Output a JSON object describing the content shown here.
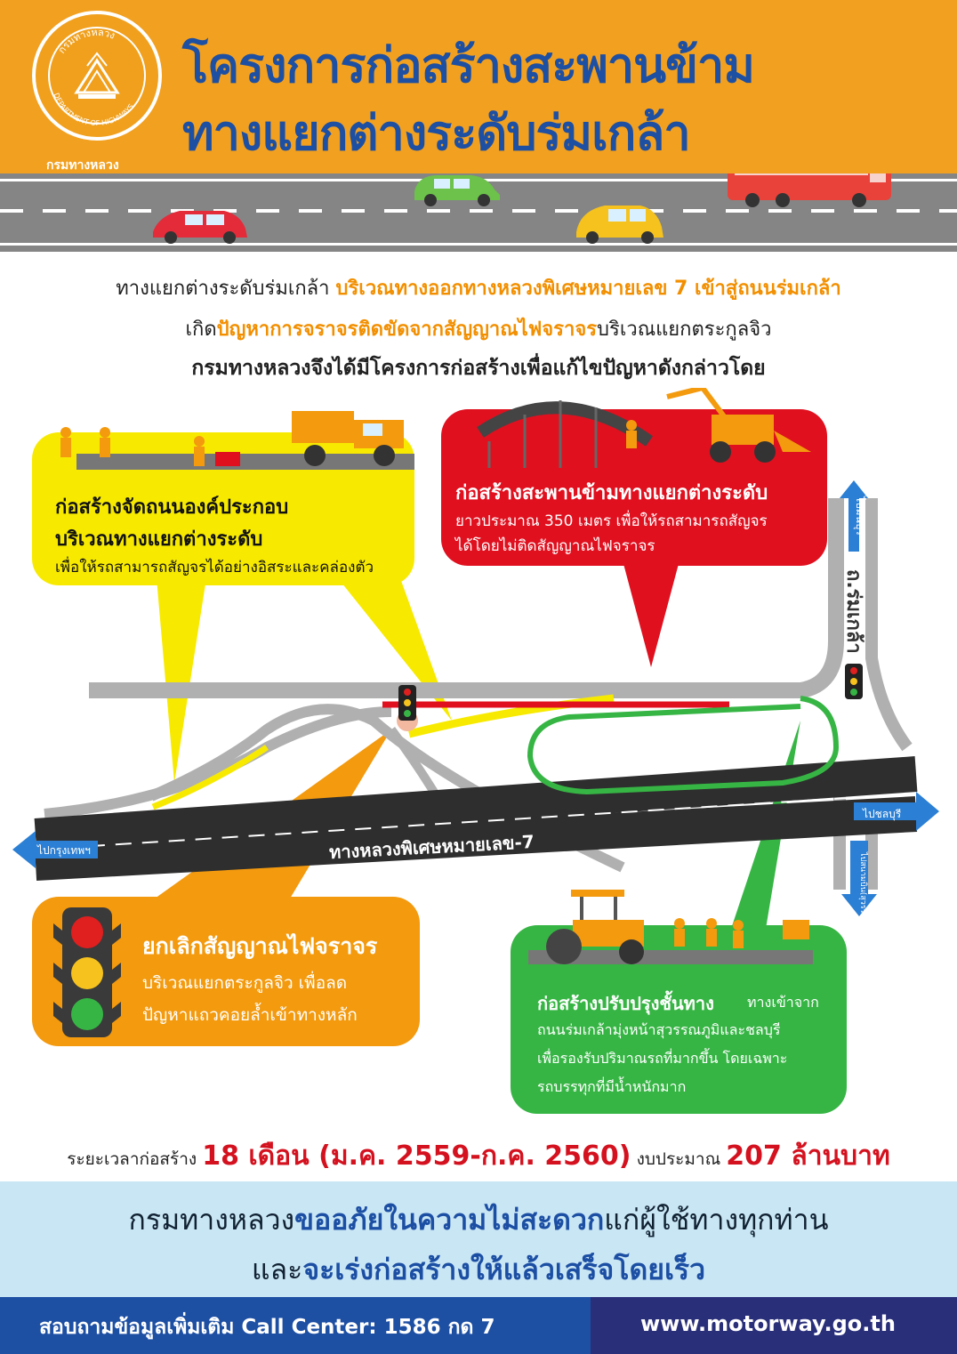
{
  "header": {
    "logo_top_text": "กรมทางหลวง",
    "logo_bottom_text": "DEPARTMENT OF HIGHWAYS",
    "logo_caption": "กรมทางหลวง",
    "title_line1": "โครงการก่อสร้างสะพานข้าม",
    "title_line2": "ทางแยกต่างระดับร่มเกล้า"
  },
  "intro": {
    "line1_a": "ทางแยกต่างระดับร่มเกล้า ",
    "line1_b": "บริเวณทางออกทางหลวงพิเศษหมายเลข 7 เข้าสู่ถนนร่มเกล้า",
    "line2_a": "เกิด",
    "line2_b": "ปัญหาการจราจรติดขัดจากสัญญาณไฟจราจร",
    "line2_c": "บริเวณแยกตระกูลจิว",
    "line3": "กรมทางหลวงจึงได้มีโครงการก่อสร้างเพื่อแก้ไขปัญหาดังกล่าวโดย"
  },
  "yellow": {
    "head1": "ก่อสร้างจัดถนนองค์ประกอบ",
    "head2": "บริเวณทางแยกต่างระดับ",
    "sub": "เพื่อให้รถสามารถสัญจรได้อย่างอิสระและคล่องตัว"
  },
  "red": {
    "head": "ก่อสร้างสะพานข้ามทางแยกต่างระดับ",
    "sub1": "ยาวประมาณ 350 เมตร เพื่อให้รถสามารถสัญจร",
    "sub2": "ได้โดยไม่ติดสัญญาณไฟจราจร"
  },
  "orange": {
    "head": "ยกเลิกสัญญาณไฟจราจร",
    "sub1": "บริเวณแยกตระกูลจิว เพื่อลด",
    "sub2": "ปัญหาแถวคอยล้ำเข้าทางหลัก"
  },
  "green": {
    "head": "ก่อสร้างปรับปรุงชั้นทาง",
    "head_tail": "ทางเข้าจาก",
    "sub1": "ถนนร่มเกล้ามุ่งหน้าสุวรรณภูมิและชลบุรี",
    "sub2": "เพื่อรองรับปริมาณรถที่มากขึ้น โดยเฉพาะ",
    "sub3": "รถบรรทุกที่มีน้ำหนักมาก"
  },
  "diagram": {
    "motorway_label": "ทางหลวงพิเศษหมายเลข-7",
    "romklao_label": "ถ.ร่มเกล้า",
    "to_minburi": "ไปมีนบุรี",
    "to_chonburi": "ไปชลบุรี",
    "to_bangkok": "ไปกรุงเทพฯ",
    "to_suvarnabhumi": "ไปสนามบิน(สุวรรณภูมิ)"
  },
  "info": {
    "duration_label": "ระยะเวลาก่อสร้าง ",
    "duration_value": "18 เดือน (ม.ค. 2559-ก.ค. 2560)",
    "budget_label": " งบประมาณ ",
    "budget_value": "207 ล้านบาท"
  },
  "apology": {
    "l1_a": "กรมทางหลวง",
    "l1_b": "ขออภัยในความไม่สะดวก",
    "l1_c": "แก่ผู้ใช้ทางทุกท่าน",
    "l2_a": "และ",
    "l2_b": "จะเร่งก่อสร้างให้แล้วเสร็จโดยเร็ว"
  },
  "footer": {
    "left": "สอบถามข้อมูลเพิ่มเติม Call Center: 1586 กด 7",
    "right": "www.motorway.go.th"
  },
  "colors": {
    "orange": "#f2a01f",
    "blue": "#1d4fa3",
    "yellow": "#f7ea00",
    "red": "#e0101f",
    "green": "#36b544"
  }
}
